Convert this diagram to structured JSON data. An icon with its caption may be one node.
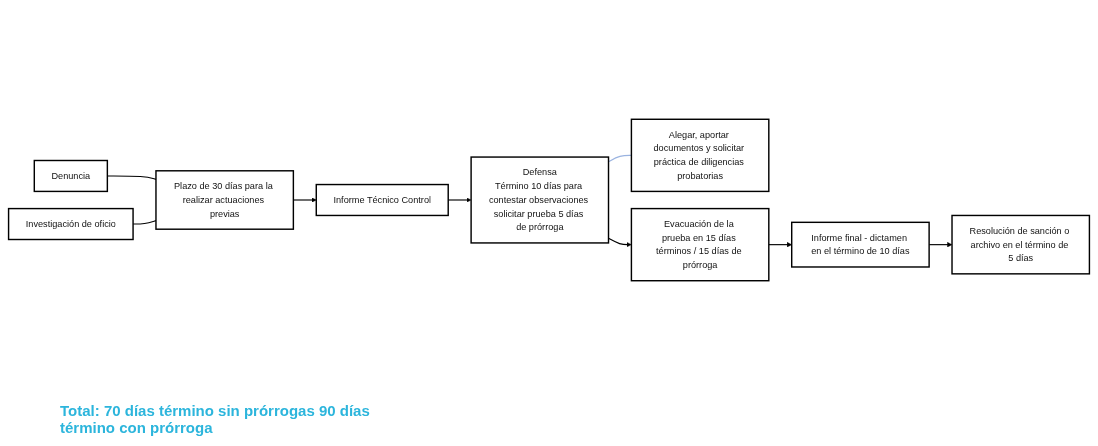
{
  "diagram": {
    "nodes": [
      {
        "text": [
          "Denuncia"
        ]
      },
      {
        "text": [
          "Investigación de oficio"
        ]
      },
      {
        "text": [
          "Plazo de 30 días para la realizar actuaciones previas"
        ]
      },
      {
        "text": [
          "Informe Técnico Control"
        ]
      },
      {
        "text": [
          "Defensa",
          "Término 10 días para contestar observaciones solicitar prueba 5 días de prórroga"
        ]
      },
      {
        "text": [
          "Alegar, aportar documentos y solicitar práctica de diligencias probatorias"
        ]
      },
      {
        "text": [
          "Evacuación de la prueba en 15 días términos / 15 días de prórroga"
        ]
      },
      {
        "text": [
          "Informe final - dictamen en el término de 10 días"
        ]
      },
      {
        "text": [
          "Resolución de sanción o archivo en el término de 5 días"
        ]
      }
    ],
    "edges": [
      {
        "from": 0,
        "to": 2,
        "arrow": "none"
      },
      {
        "from": 1,
        "to": 2,
        "arrow": "none"
      },
      {
        "from": 2,
        "to": 3,
        "arrow": "to"
      },
      {
        "from": 3,
        "to": 4,
        "arrow": "to"
      },
      {
        "from": 4,
        "to": 5,
        "arrow": "none",
        "color": "#9ab3e0"
      },
      {
        "from": 4,
        "to": 6,
        "arrow": "to"
      },
      {
        "from": 6,
        "to": 7,
        "arrow": "to"
      },
      {
        "from": 7,
        "to": 8,
        "arrow": "to"
      }
    ],
    "labels": [
      "Total: 70 días término sin prórrogas 90 días término con prórroga"
    ]
  }
}
